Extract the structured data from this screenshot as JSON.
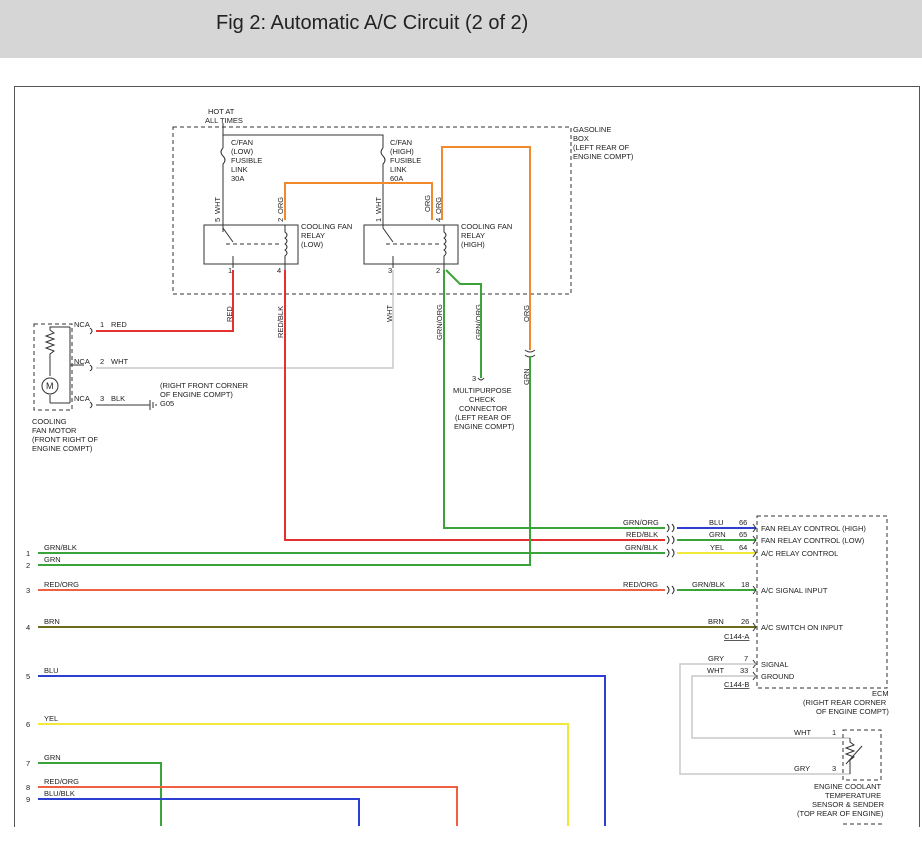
{
  "page": {
    "title": "Fig 2: Automatic A/C Circuit (2 of 2)"
  },
  "colors": {
    "header_bg": "#d6d6d6",
    "box_fill": "#d9d9f2",
    "wire_red": "#e53030",
    "wire_green": "#3aa43a",
    "wire_orange": "#f08a2c",
    "wire_blue": "#2d3fd2",
    "wire_yellow": "#f2e83a",
    "wire_white": "#c8c8c8",
    "wire_brown": "#6b6b1a",
    "wire_red_orange": "#f06040"
  },
  "gasoline_box": {
    "label1": "GASOLINE",
    "label2": "BOX",
    "label3": "(LEFT REAR OF",
    "label4": "ENGINE COMPT)",
    "hot1": "HOT AT",
    "hot2": "ALL TIMES",
    "fuse_low": {
      "l1": "C/FAN",
      "l2": "(LOW)",
      "l3": "FUSIBLE",
      "l4": "LINK",
      "l5": "30A"
    },
    "fuse_high": {
      "l1": "C/FAN",
      "l2": "(HIGH)",
      "l3": "FUSIBLE",
      "l4": "LINK",
      "l5": "60A"
    },
    "relay_low": {
      "l1": "COOLING FAN",
      "l2": "RELAY",
      "l3": "(LOW)",
      "p5": "5",
      "p5w": "WHT",
      "p2": "2",
      "p2w": "ORG",
      "p1": "1",
      "p4": "4"
    },
    "relay_high": {
      "l1": "COOLING FAN",
      "l2": "RELAY",
      "l3": "(HIGH)",
      "p1": "1",
      "p1w": "WHT",
      "pw": "ORG",
      "p4": "4",
      "p4w": "ORG",
      "p3": "3",
      "p2": "2"
    }
  },
  "motor": {
    "l1": "COOLING",
    "l2": "FAN MOTOR",
    "l3": "(FRONT RIGHT OF",
    "l4": "ENGINE COMPT)",
    "m": "M",
    "pins": [
      {
        "nca": "NCA",
        "num": "1",
        "wire": "RED"
      },
      {
        "nca": "NCA",
        "num": "2",
        "wire": "WHT"
      },
      {
        "nca": "NCA",
        "num": "3",
        "wire": "BLK"
      }
    ],
    "ground1": "(RIGHT FRONT CORNER",
    "ground2": "OF ENGINE COMPT)",
    "ground3": "G05"
  },
  "vertical_labels": {
    "red": "RED",
    "redblk": "RED/BLK",
    "wht": "WHT",
    "grnorg1": "GRN/ORG",
    "grnorg2": "GRN/ORG",
    "org": "ORG",
    "grn": "GRN"
  },
  "check_connector": {
    "pin": "3",
    "l1": "MULTIPURPOSE",
    "l2": "CHECK",
    "l3": "CONNECTOR",
    "l4": "(LEFT REAR OF",
    "l5": "ENGINE COMPT)"
  },
  "left_wires": [
    {
      "num": "1",
      "label": "GRN/BLK"
    },
    {
      "num": "2",
      "label": "GRN"
    },
    {
      "num": "3",
      "label": "RED/ORG"
    },
    {
      "num": "4",
      "label": "BRN"
    },
    {
      "num": "5",
      "label": "BLU"
    },
    {
      "num": "6",
      "label": "YEL"
    },
    {
      "num": "7",
      "label": "GRN"
    },
    {
      "num": "8",
      "label": "RED/ORG"
    },
    {
      "num": "9",
      "label": "BLU/BLK"
    }
  ],
  "ecm": {
    "name": "ECM",
    "loc1": "(RIGHT REAR CORNER",
    "loc2": "OF ENGINE COMPT)",
    "conn_a": "C144-A",
    "conn_b": "C144-B",
    "pins": [
      {
        "left": "GRN/ORG",
        "wire": "BLU",
        "num": "66",
        "name": "FAN RELAY CONTROL (HIGH)"
      },
      {
        "left": "RED/BLK",
        "wire": "GRN",
        "num": "65",
        "name": "FAN RELAY CONTROL (LOW)"
      },
      {
        "left": "GRN/BLK",
        "wire": "YEL",
        "num": "64",
        "name": "A/C RELAY CONTROL"
      },
      {
        "left": "RED/ORG",
        "wire": "GRN/BLK",
        "num": "18",
        "name": "A/C SIGNAL INPUT"
      },
      {
        "left": "",
        "wire": "BRN",
        "num": "26",
        "name": "A/C SWITCH ON INPUT"
      },
      {
        "left": "",
        "wire": "GRY",
        "num": "7",
        "name": "SIGNAL"
      },
      {
        "left": "",
        "wire": "WHT",
        "num": "33",
        "name": "GROUND"
      }
    ]
  },
  "sensor": {
    "l1": "ENGINE COOLANT",
    "l2": "TEMPERATURE",
    "l3": "SENSOR & SENDER",
    "l4": "(TOP REAR OF ENGINE)",
    "p1": "1",
    "p1w": "WHT",
    "p3": "3",
    "p3w": "GRY"
  }
}
